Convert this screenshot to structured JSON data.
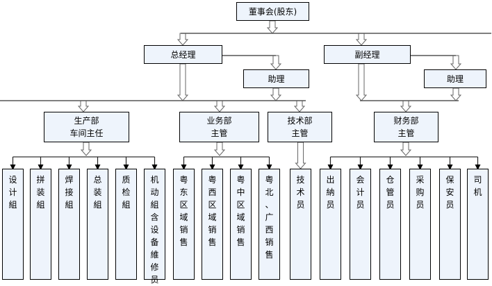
{
  "diagram": {
    "title": "公司组织结构图",
    "board": {
      "label": "董事会(股东)"
    },
    "general_manager": {
      "label": "总经理",
      "assistant": "助理"
    },
    "deputy_manager": {
      "label": "副经理",
      "assistant": "助理"
    },
    "departments": [
      {
        "line1": "生产部",
        "line2": "车间主任",
        "units": [
          "设计組",
          "拼装組",
          "焊接組",
          "总装組",
          "质检組",
          "机动組含设备維修员"
        ]
      },
      {
        "line1": "业务部",
        "line2": "主管",
        "units": [
          "粤东区域销售",
          "粤西区域销售",
          "粤中区域销售",
          "粤北、广西销售"
        ]
      },
      {
        "line1": "技术部",
        "line2": "主管",
        "units": [
          "技术员"
        ]
      },
      {
        "line1": "财务部",
        "line2": "主管",
        "units": [
          "出納员",
          "会计员",
          "仓管员",
          "采购员",
          "保安员",
          "司机"
        ]
      }
    ]
  },
  "colors": {
    "box_fill": "#eef4fc",
    "border": "#000000",
    "connector": "#555555",
    "hollow_arrow_fill": "#ffffff"
  }
}
